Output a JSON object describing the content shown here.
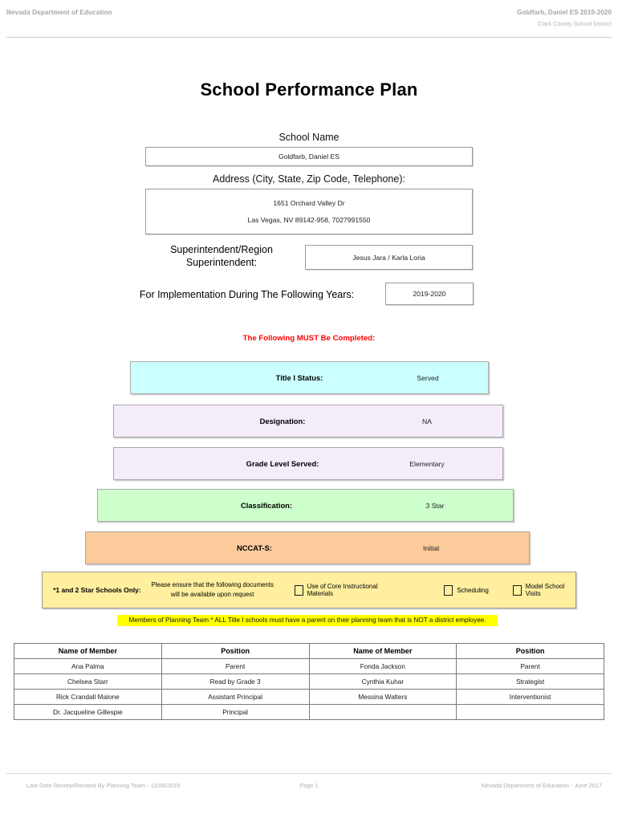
{
  "header": {
    "left": "Nevada Department of Education",
    "right_line1": "Goldfarb, Daniel ES  2019-2020",
    "right_line2": "Clark County School District"
  },
  "title": "School Performance Plan",
  "fields": {
    "school_name_label": "School Name",
    "school_name_value": "Goldfarb, Daniel ES",
    "address_label": "Address (City, State, Zip Code, Telephone):",
    "address_line1": "1651 Orchard Valley Dr",
    "address_line2": "Las Vegas, NV  89142-958, 7027991550",
    "superintendent_label": "Superintendent/Region Superintendent:",
    "superintendent_value": "Jesus Jara / Karla Loria",
    "implementation_label": "For Implementation During The Following Years:",
    "implementation_value": "2019-2020"
  },
  "must_complete_notice": "The Following MUST Be Completed:",
  "status_bars": [
    {
      "label": "Title I Status:",
      "value": "Served",
      "color": "#ccffff"
    },
    {
      "label": "Designation:",
      "value": "NA",
      "color": "#f5ecfa"
    },
    {
      "label": "Grade Level Served:",
      "value": "Elementary",
      "color": "#f5ecfa"
    },
    {
      "label": "Classification:",
      "value": "3 Star",
      "color": "#ccffcc"
    },
    {
      "label": "NCCAT-S:",
      "value": "Initial",
      "color": "#fcca9b"
    }
  ],
  "star_row": {
    "label": "*1 and 2 Star Schools Only:",
    "note": "Please ensure that the following documents will be available upon request",
    "checkboxes": [
      {
        "label": "Use of Core Instructional Materials",
        "checked": false
      },
      {
        "label": "Scheduling",
        "checked": false
      },
      {
        "label": "Model School Visits",
        "checked": false
      }
    ]
  },
  "planning_banner": "Members of Planning Team * ALL Title I schools must have a parent on their planning team that is NOT a district employee.",
  "members_table": {
    "columns": [
      "Name of Member",
      "Position",
      "Name of Member",
      "Position"
    ],
    "rows": [
      [
        "Ana Palma",
        "Parent",
        "Fonda Jackson",
        "Parent"
      ],
      [
        "Chelsea Starr",
        "Read by Grade 3",
        "Cynthia Kuhar",
        "Strategist"
      ],
      [
        "Rick Crandall Malone",
        "Assistant Principal",
        "Messina Walters",
        "Interventionist"
      ],
      [
        "Dr. Jacqueline Gillespie",
        "Principal",
        "",
        ""
      ]
    ]
  },
  "footer": {
    "left": "Last Date Review/Revised By Planning Team - 11/06/2019",
    "center": "Page 1",
    "right": "Nevada Department of Education - June 2017"
  }
}
